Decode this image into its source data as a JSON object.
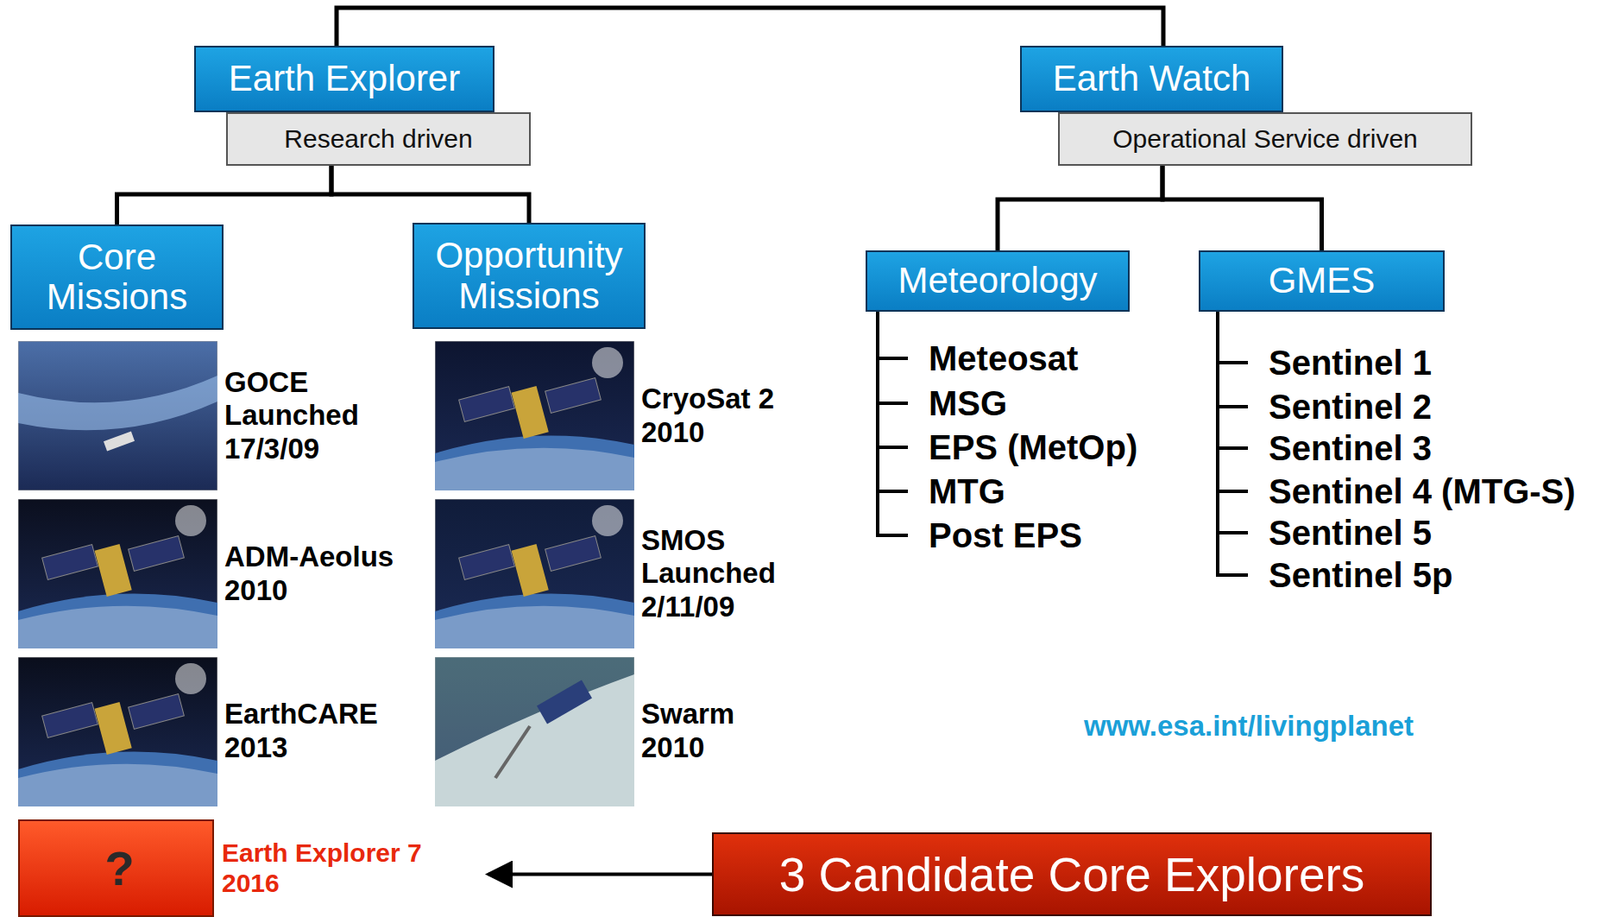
{
  "diagram": {
    "nodes": [
      {
        "text": [
          "Earth Explorer"
        ]
      },
      {
        "text": [
          "Research driven"
        ]
      },
      {
        "text": [
          "Earth Watch"
        ]
      },
      {
        "text": [
          "Operational Service driven"
        ]
      },
      {
        "text": [
          "Core Missions"
        ]
      },
      {
        "text": [
          "Opportunity Missions"
        ]
      },
      {
        "text": [
          "Meteorology"
        ]
      },
      {
        "text": [
          "GMES"
        ]
      },
      {
        "text": [
          "GOCE Launched 17/3/09"
        ]
      },
      {
        "text": [
          "ADM-Aeolus 2010"
        ]
      },
      {
        "text": [
          "EarthCARE 2013"
        ]
      },
      {
        "text": [
          "CryoSat 2 2010"
        ]
      },
      {
        "text": [
          "SMOS Launched 2/11/09"
        ]
      },
      {
        "text": [
          "Swarm 2010"
        ]
      },
      {
        "text": [
          "?",
          "Earth Explorer 7 2016"
        ]
      },
      {
        "text": [
          "3 Candidate Core Explorers"
        ]
      }
    ],
    "edges": [
      {
        "from": 0,
        "to": 2,
        "arrow": "none"
      },
      {
        "from": 1,
        "to": 4,
        "arrow": "none"
      },
      {
        "from": 1,
        "to": 5,
        "arrow": "none"
      },
      {
        "from": 3,
        "to": 6,
        "arrow": "none"
      },
      {
        "from": 3,
        "to": 7,
        "arrow": "none"
      },
      {
        "from": 15,
        "to": 14,
        "arrow": "to"
      }
    ],
    "labels": [
      "Meteosat",
      "MSG",
      "EPS (MetOp)",
      "MTG",
      "Post EPS",
      "Sentinel 1",
      "Sentinel 2",
      "Sentinel 3",
      "Sentinel 4 (MTG-S)",
      "Sentinel 5",
      "Sentinel 5p",
      "www.esa.int/livingplanet"
    ]
  }
}
